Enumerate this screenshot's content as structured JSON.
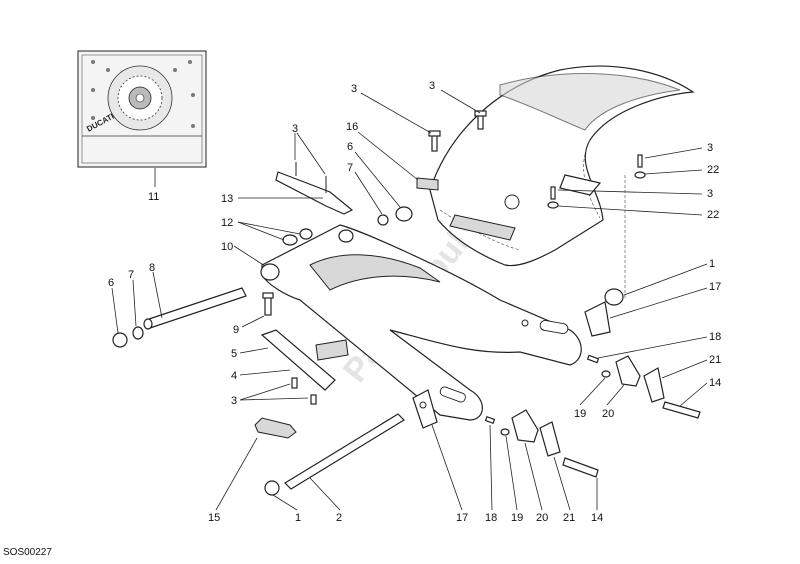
{
  "diagram": {
    "drawing_code": "SOS00227",
    "inset_logo_text": "DUCATI",
    "watermark_text": "PartsRepublik",
    "callouts": {
      "c1_top": "3",
      "c2_top": "3",
      "c3_chainguide": "3",
      "c16": "16",
      "c6_top": "6",
      "c7_top": "7",
      "c3_right_a": "3",
      "c22_right_a": "22",
      "c3_right_b": "3",
      "c22_right_b": "22",
      "c13": "13",
      "c12": "12",
      "c10": "10",
      "c11": "11",
      "c6_left": "6",
      "c7_left": "7",
      "c8": "8",
      "c9": "9",
      "c5": "5",
      "c4": "4",
      "c3_left": "3",
      "c1_right": "1",
      "c17_right": "17",
      "c18_right": "18",
      "c21_right": "21",
      "c14_right": "14",
      "c19_mid": "19",
      "c20_mid": "20",
      "c15": "15",
      "c1_bottom": "1",
      "c2_bottom": "2",
      "c17_bottom": "17",
      "c18_bottom": "18",
      "c19_bottom": "19",
      "c20_bottom": "20",
      "c21_bottom": "21",
      "c14_bottom": "14"
    }
  }
}
